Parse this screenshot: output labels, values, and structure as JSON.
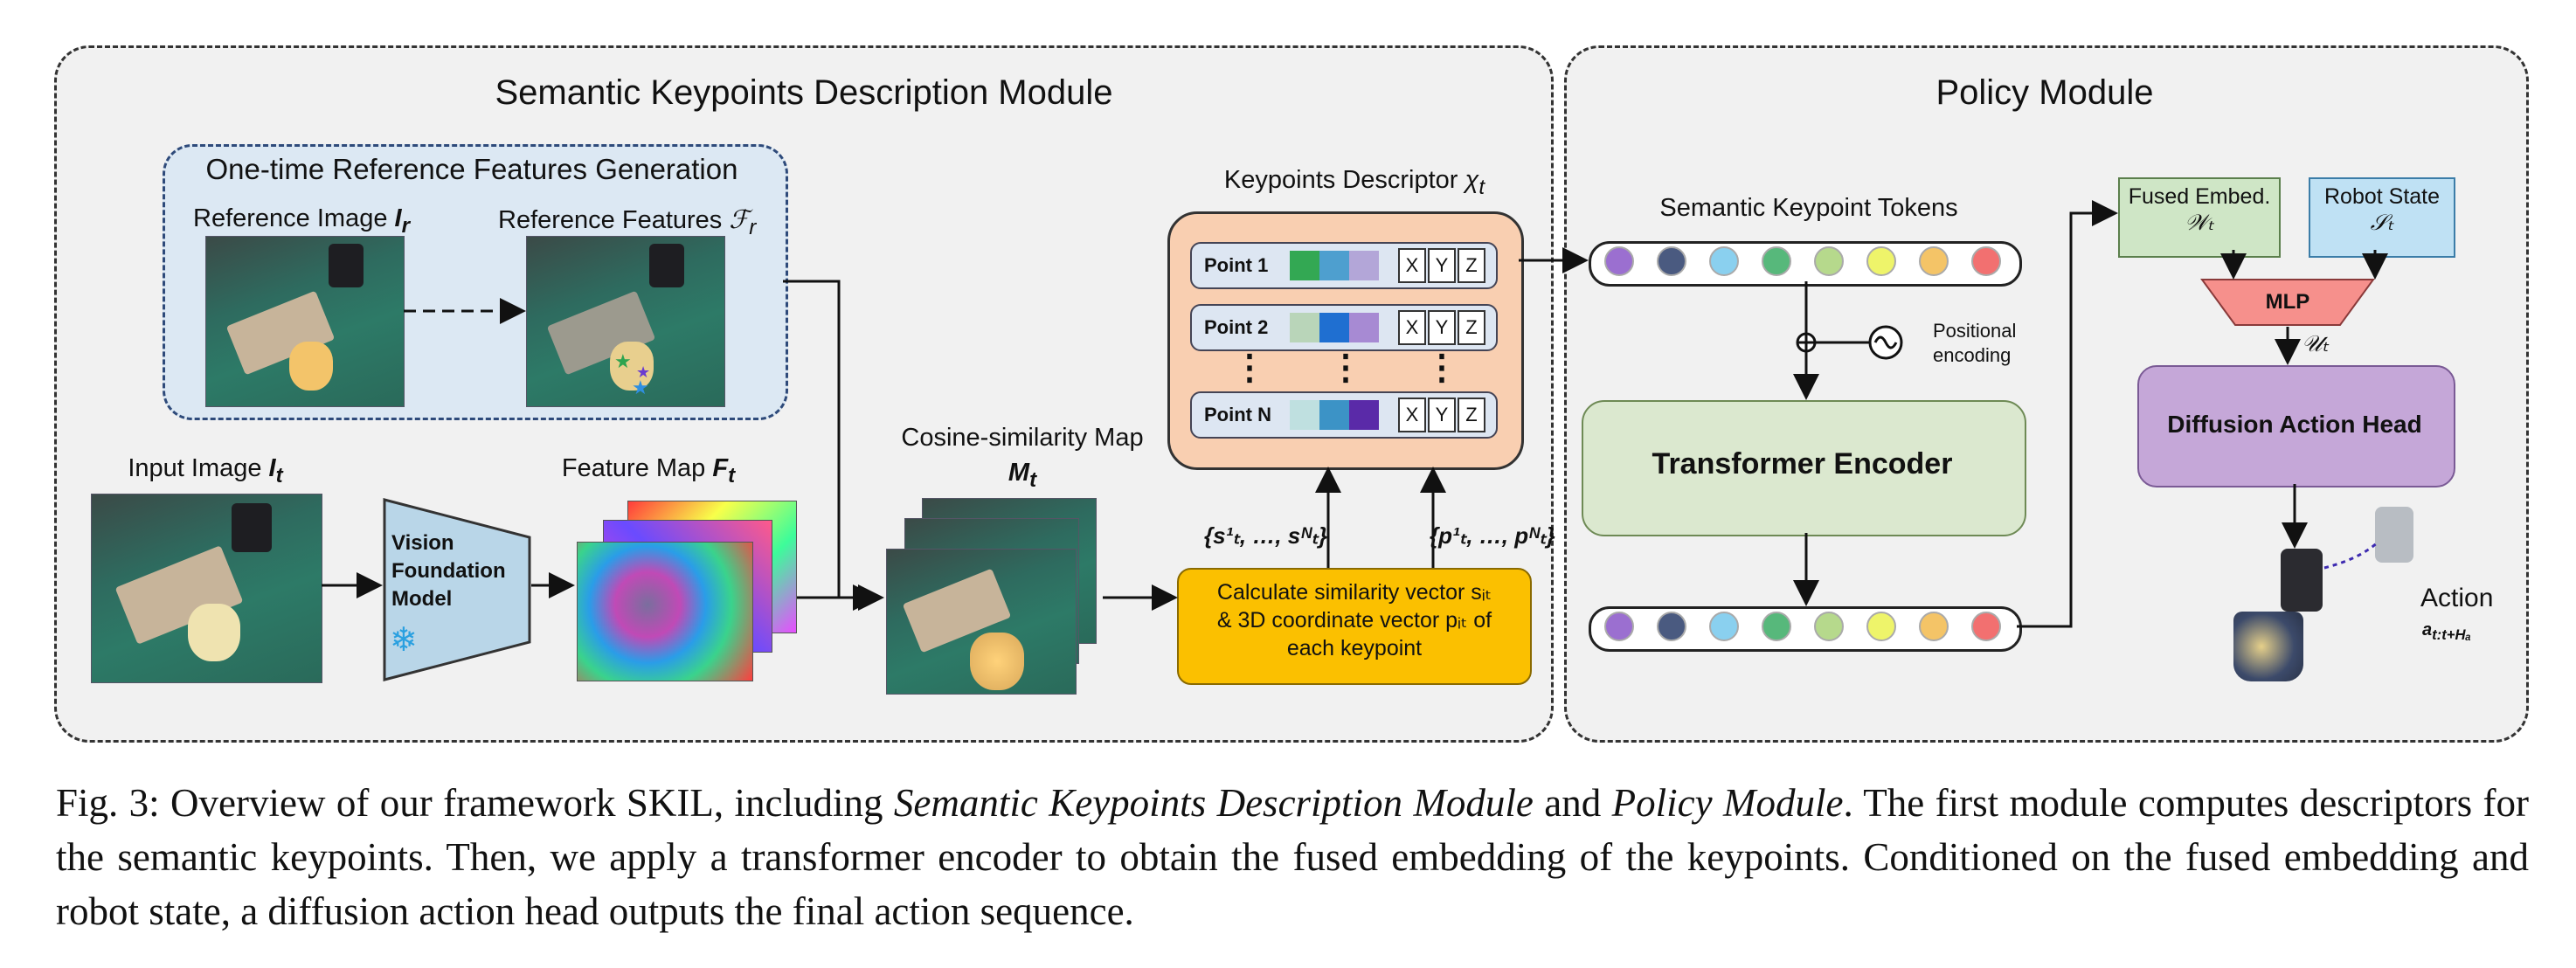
{
  "semantic_module": {
    "title": "Semantic Keypoints Description Module",
    "reference_group": {
      "title": "One-time Reference Features Generation",
      "reference_image_label": "Reference Image",
      "reference_image_symbol": "I",
      "reference_image_sub": "r",
      "reference_features_label": "Reference Features",
      "reference_features_symbol": "ℱ",
      "reference_features_sub": "r"
    },
    "input_image_label": "Input Image",
    "input_image_symbol": "I",
    "input_image_sub": "t",
    "vfm": {
      "line1": "Vision",
      "line2": "Foundation",
      "line3": "Model",
      "icon": "snowflake-icon",
      "icon_glyph": "❄"
    },
    "feature_map_label": "Feature Map",
    "feature_map_symbol": "F",
    "feature_map_sub": "t",
    "cosine_label": "Cosine-similarity Map",
    "cosine_symbol": "M",
    "cosine_sub": "t",
    "keypoints_descriptor_label": "Keypoints Descriptor",
    "keypoints_descriptor_symbol": "χ",
    "keypoints_descriptor_sub": "t",
    "points": [
      {
        "name": "Point 1",
        "colors": [
          "#33a853",
          "#4e9fcf",
          "#b3a6d8"
        ]
      },
      {
        "name": "Point 2",
        "colors": [
          "#b9d5b9",
          "#1f6fd1",
          "#a78ad3"
        ]
      },
      {
        "name": "Point N",
        "colors": [
          "#bfe0e0",
          "#3c93c6",
          "#5a2aa8"
        ]
      }
    ],
    "xyz": [
      "X",
      "Y",
      "Z"
    ],
    "vdots": "⋮",
    "s_set": "{s",
    "s_set_full": "{s¹ₜ, …, sᴺₜ}",
    "p_set_full": "{p¹ₜ, …, pᴺₜ}",
    "calc": {
      "line1": "Calculate similarity vector sᵢₜ",
      "line2": "& 3D coordinate vector pᵢₜ of",
      "line3": "each keypoint"
    }
  },
  "policy_module": {
    "title": "Policy Module",
    "tokens_label": "Semantic Keypoint Tokens",
    "token_colors": [
      "#9b6fd0",
      "#4a5a80",
      "#8ad0ef",
      "#57b87b",
      "#b6d98c",
      "#eef46a",
      "#f4c467",
      "#f27070"
    ],
    "positional_line1": "Positional",
    "positional_line2": "encoding",
    "transformer": "Transformer Encoder",
    "fused_line1": "Fused Embed.",
    "fused_line2": "𝒲ₜ",
    "robot_line1": "Robot State",
    "robot_line2": "𝒮ₜ",
    "mlp": "MLP",
    "u_label": "𝒰ₜ",
    "diffusion": "Diffusion Action Head",
    "action": "Action",
    "action_symbol": "a",
    "action_sub": "t:t+Hₐ"
  },
  "caption": {
    "prefix": "Fig. 3: Overview of our framework SKIL, including ",
    "italic1": "Semantic Keypoints Description Module",
    "mid": " and ",
    "italic2": "Policy Module",
    "rest": ". The first module computes descriptors for the semantic keypoints. Then, we apply a transformer encoder to obtain the fused embedding of the keypoints. Conditioned on the fused embedding and robot state, a diffusion action head outputs the final action sequence."
  }
}
